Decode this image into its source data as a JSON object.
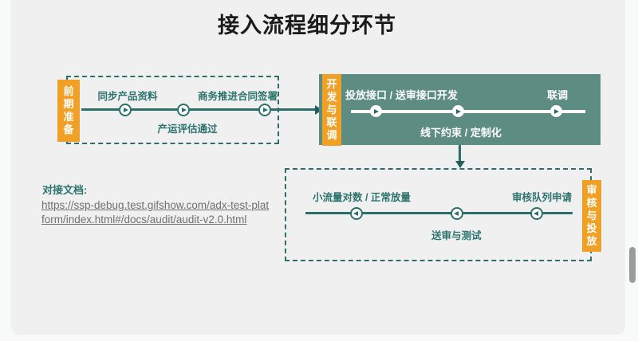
{
  "title": "接入流程细分环节",
  "stages": {
    "prep": {
      "side_label": "前期准备",
      "top_left": "同步产品资料",
      "top_right": "商务推进合同签署",
      "bottom": "产运评估通过"
    },
    "dev": {
      "side_label": "开发与联调",
      "top_left": "投放接口 / 送审接口开发",
      "top_right": "联调",
      "bottom": "线下约束 / 定制化"
    },
    "audit": {
      "side_label": "审核与投放",
      "top_left": "小流量对数 / 正常放量",
      "top_right": "审核队列申请",
      "bottom": "送审与测试"
    }
  },
  "docs": {
    "label": "对接文档:",
    "url": "https://ssp-debug.test.gifshow.com/adx-test-platform/index.html#/docs/audit/audit-v2.0.html"
  },
  "colors": {
    "canvas_gray": "#f0f0f0",
    "teal_line": "#2a6f69",
    "teal_text": "#2c736d",
    "dev_box_fill": "#5d8c83",
    "accent_orange": "#f0a125",
    "link_gray": "#6f6f6f"
  }
}
